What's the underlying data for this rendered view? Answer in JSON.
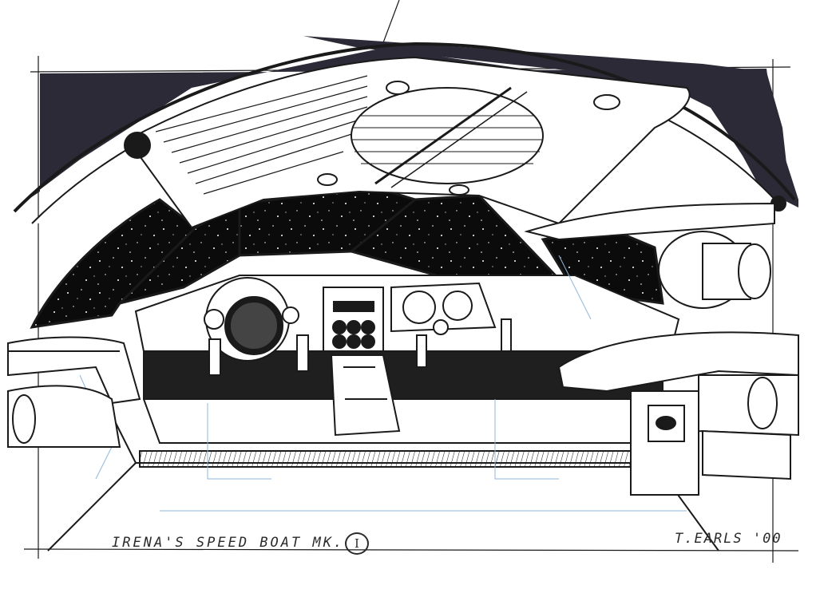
{
  "caption": {
    "title": "IRENA'S SPEED BOAT  MK.",
    "mark_number": "I",
    "signature": "T.EARLS '00"
  },
  "colors": {
    "ink": "#1a1a1a",
    "marker_fill": "#2c2a36",
    "blue_pencil": "#8fb6dd",
    "paper": "#ffffff"
  }
}
